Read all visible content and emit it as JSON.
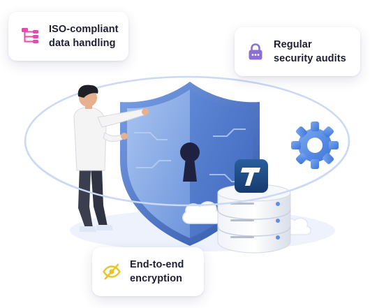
{
  "features": {
    "iso": {
      "label": "ISO-compliant\ndata handling",
      "icon": "hierarchy-icon",
      "color": "#e64ab0"
    },
    "audits": {
      "label": "Regular\nsecurity audits",
      "icon": "lock-icon",
      "color": "#8b6fd6"
    },
    "encryption": {
      "label": "End-to-end\nencryption",
      "icon": "no-eye-icon",
      "color": "#e8c52a"
    }
  },
  "illustration": {
    "shield_icon": "keyhole-shield-icon",
    "server_icon": "database-server-icon",
    "gear_icon": "gear-icon",
    "brand_badge_icon": "t-logo-icon",
    "colors": {
      "shield_light": "#8fb1ea",
      "shield_dark": "#4f79cf",
      "gear": "#5b8fe6",
      "badge": "#1f4e8c",
      "orbit": "#c9d8f4"
    }
  }
}
